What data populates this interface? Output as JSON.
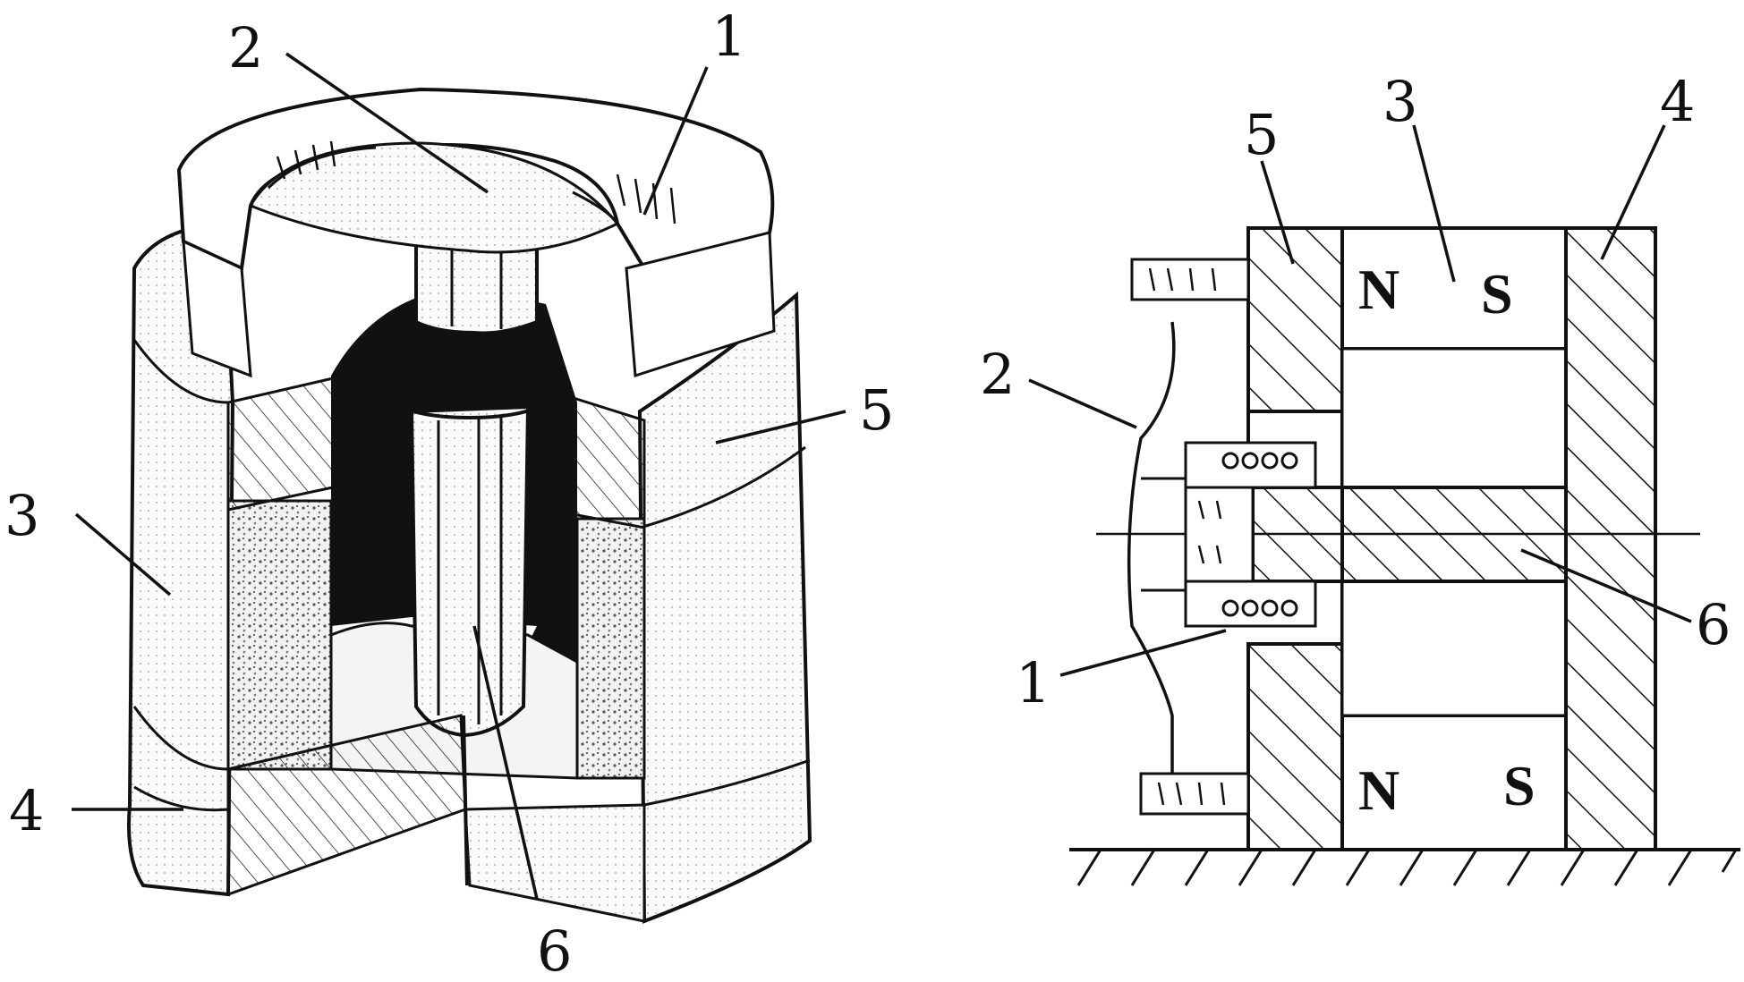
{
  "colors": {
    "ink": "#111111",
    "background": "#ffffff",
    "fill_light": "#f4f4f4",
    "fill_dark": "#111111",
    "speckle": "#c8c8c8"
  },
  "left_figure": {
    "labels": {
      "one": "1",
      "two": "2",
      "three": "3",
      "four": "4",
      "five": "5",
      "six": "6"
    }
  },
  "right_figure": {
    "labels": {
      "one": "1",
      "two": "2",
      "three": "3",
      "four": "4",
      "five": "5",
      "six": "6"
    },
    "magnet_top": {
      "north": "N",
      "south": "S"
    },
    "magnet_bottom": {
      "north": "N",
      "south": "S"
    }
  }
}
